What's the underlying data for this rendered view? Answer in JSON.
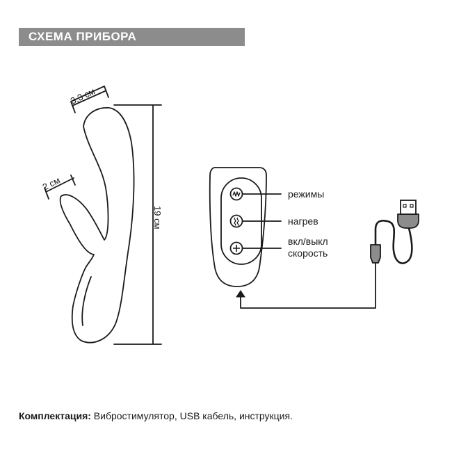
{
  "header": {
    "title": "СХЕМА ПРИБОРА"
  },
  "dimensions": {
    "width_main": "3,3 см",
    "width_clitoral": "2 см",
    "length": "19 см"
  },
  "buttons": [
    {
      "icon": "mode-icon",
      "label": "режимы"
    },
    {
      "icon": "heat-icon",
      "label": "нагрев"
    },
    {
      "icon": "power-plus-icon",
      "label": "вкл/выкл"
    },
    {
      "icon": "",
      "label": "скорость"
    }
  ],
  "footer": {
    "label": "Комплектация:",
    "text": " Вибростимулятор, USB кабель, инструкция."
  },
  "colors": {
    "header_bg": "#8c8c8c",
    "stroke": "#1a1a1a",
    "charger_fill": "#8c8c8c"
  }
}
